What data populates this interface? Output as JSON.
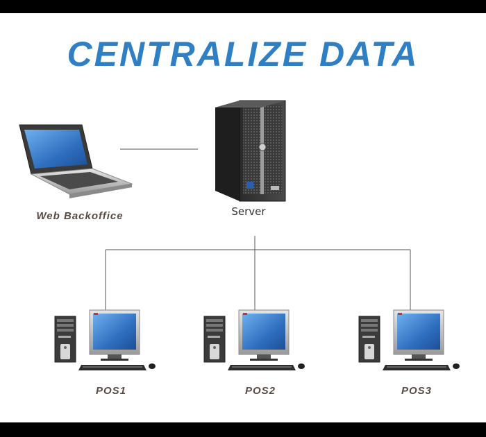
{
  "title": "CENTRALIZE DATA",
  "nodes": {
    "backoffice": {
      "label": "Web Backoffice",
      "icon": "laptop-icon"
    },
    "server": {
      "label": "Server",
      "icon": "server-tower-icon"
    },
    "pos": [
      {
        "label": "POS1",
        "icon": "desktop-computer-icon"
      },
      {
        "label": "POS2",
        "icon": "desktop-computer-icon"
      },
      {
        "label": "POS3",
        "icon": "desktop-computer-icon"
      }
    ]
  },
  "colors": {
    "title": "#2e7fc4",
    "label": "#5a4a44",
    "line": "#555555",
    "screen": "#2f6fc0"
  }
}
